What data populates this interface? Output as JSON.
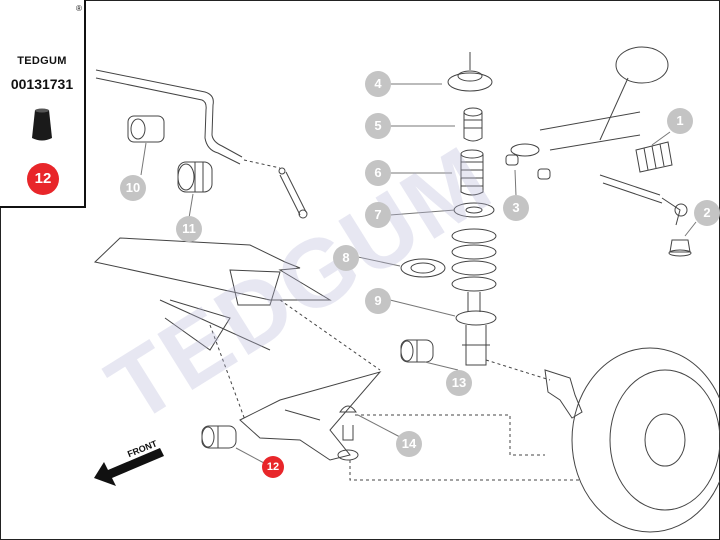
{
  "brand": {
    "name": "TEDGUM",
    "registered_mark": "®",
    "part_number": "00131731",
    "item_badge": "12"
  },
  "watermark_text": "TEDGUM",
  "direction_label": "FRONT",
  "callouts": [
    {
      "id": "1",
      "highlighted": false
    },
    {
      "id": "2",
      "highlighted": false
    },
    {
      "id": "3",
      "highlighted": false
    },
    {
      "id": "4",
      "highlighted": false
    },
    {
      "id": "5",
      "highlighted": false
    },
    {
      "id": "6",
      "highlighted": false
    },
    {
      "id": "7",
      "highlighted": false
    },
    {
      "id": "8",
      "highlighted": false
    },
    {
      "id": "9",
      "highlighted": false
    },
    {
      "id": "10",
      "highlighted": false
    },
    {
      "id": "11",
      "highlighted": false
    },
    {
      "id": "12",
      "highlighted": true
    },
    {
      "id": "13",
      "highlighted": false
    },
    {
      "id": "14",
      "highlighted": false
    }
  ],
  "colors": {
    "callout_gray": "#c4c4c4",
    "highlight_red": "#e8262a",
    "line_dark": "#333333",
    "logo_yellow": "#f2c94c"
  }
}
